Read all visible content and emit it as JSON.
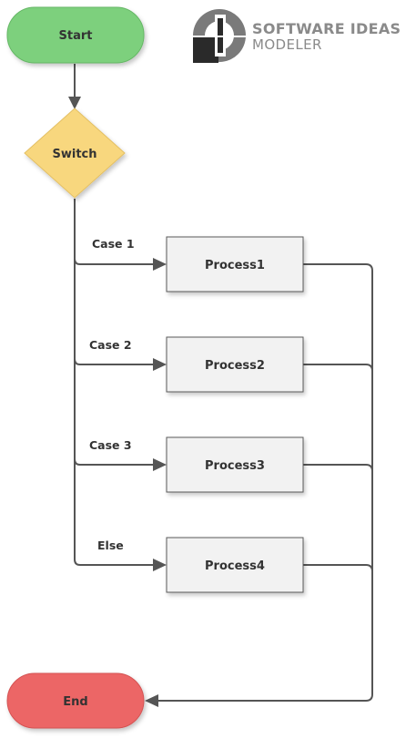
{
  "logo": {
    "line1": "SOFTWARE IDEAS",
    "line2": "MODELER"
  },
  "nodes": {
    "start": "Start",
    "switch": "Switch",
    "process1": "Process1",
    "process2": "Process2",
    "process3": "Process3",
    "process4": "Process4",
    "end": "End"
  },
  "edge_labels": {
    "case1": "Case 1",
    "case2": "Case 2",
    "case3": "Case 3",
    "else": "Else"
  },
  "colors": {
    "start_fill": "#7dd07d",
    "switch_fill": "#f8d77e",
    "process_fill": "#f2f2f2",
    "end_fill": "#ec6666",
    "edge": "#555555"
  }
}
